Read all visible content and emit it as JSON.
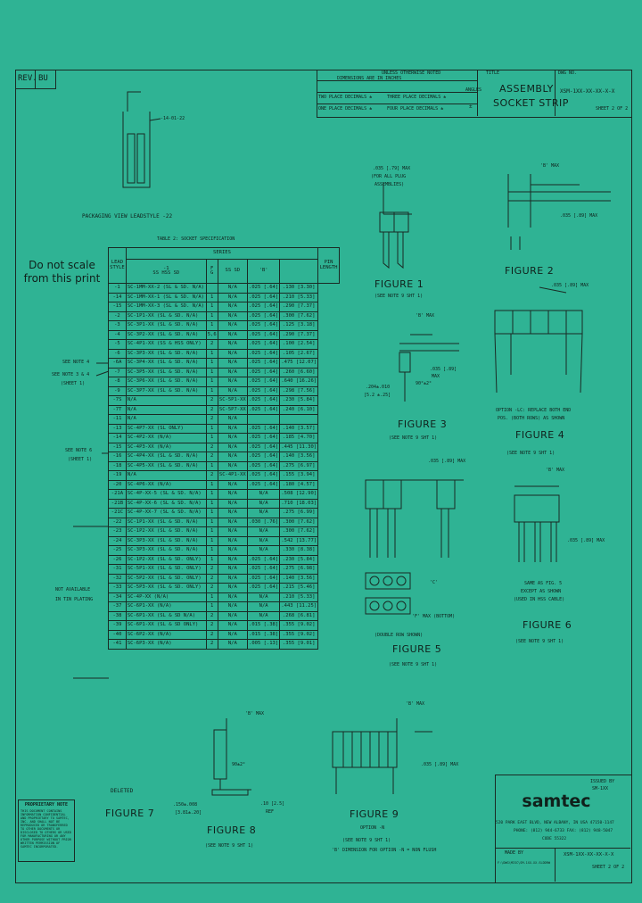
{
  "revision": {
    "rev_label": "REV.",
    "rev_value": "BU"
  },
  "title_block": {
    "tolerance_header": "UNLESS OTHERWISE NOTED",
    "dimensions_line": "DIMENSIONS ARE IN INCHES",
    "two_place": "TWO PLACE DECIMALS ±",
    "three_place": "THREE PLACE DECIMALS ±",
    "angles": "ANGLES",
    "one_place": "ONE PLACE DECIMALS ±",
    "four_place": "FOUR PLACE DECIMALS ±",
    "angle_value": "±",
    "title_label": "TITLE",
    "title_line1": "ASSEMBLY",
    "title_line2": "SOCKET STRIP",
    "dwg_label": "DWG NO.",
    "dwg_value": "XSM-1XX-XX-XX-X-X",
    "sheet": "SHEET 2 OF 2"
  },
  "packaging": {
    "label": "PACKAGING VIEW LEADSTYLE -22",
    "callout": "-14-01-22"
  },
  "table": {
    "title": "TABLE 2: SOCKET SPECIFICATION",
    "series_header": "SERIES",
    "col_lead": "LEAD STYLE",
    "col_1": "-1",
    "col_1_sub": "SS HSS SD",
    "col_f": "F",
    "col_g": "G",
    "col_sd": "SS SD",
    "col_b": "'B'",
    "col_pin": "PIN LENGTH",
    "rows": [
      [
        "-1",
        "SC-1MM-XX-2 (SL & SD. N/A)",
        "",
        "N/A",
        ".025 [.64]",
        ".130",
        "[3.30]"
      ],
      [
        "-14",
        "SC-1MM-XX-1 (SL & SD. N/A)",
        "1",
        "N/A",
        ".025 [.64]",
        ".210",
        "[5.33]"
      ],
      [
        "-15",
        "SC-1MM-XX-3 (SL & SD. N/A)",
        "1",
        "N/A",
        ".025 [.64]",
        ".290",
        "[7.37]"
      ],
      [
        "-2",
        "SC-1P1-XX (SL & SD. N/A)",
        "1",
        "N/A",
        ".025 [.64]",
        ".300",
        "[7.62]"
      ],
      [
        "-3",
        "SC-3P1-XX (SL & SD. N/A)",
        "1",
        "N/A",
        ".025 [.64]",
        ".125",
        "[3.18]"
      ],
      [
        "-4",
        "SC-3P2-XX (SL & SD. N/A)",
        "5,6",
        "N/A",
        ".025 [.64]",
        ".290",
        "[7.37]"
      ],
      [
        "-5",
        "SC-4P1-XX (SS & HSS ONLY)",
        "2",
        "N/A",
        ".025 [.64]",
        ".100",
        "[2.54]"
      ],
      [
        "-6",
        "SC-3P3-XX (SL & SD. N/A)",
        "1",
        "N/A",
        ".025 [.64]",
        ".105",
        "[2.67]"
      ],
      [
        "-6A",
        "SC-3P4-XX (SL & SD. N/A)",
        "1",
        "N/A",
        ".025 [.64]",
        ".475",
        "[12.07]"
      ],
      [
        "-7",
        "SC-3P5-XX (SL & SD. N/A)",
        "1",
        "N/A",
        ".025 [.64]",
        ".260",
        "[6.60]"
      ],
      [
        "-8",
        "SC-3P6-XX (SL & SD. N/A)",
        "1",
        "N/A",
        ".025 [.64]",
        ".640",
        "[16.26]"
      ],
      [
        "-9",
        "SC-3P7-XX (SL & SD. N/A)",
        "1",
        "N/A",
        ".025 [.64]",
        ".298",
        "[7.56]"
      ],
      [
        "-7S",
        "N/A",
        "2",
        "SC-5P1-XX",
        ".025 [.64]",
        ".230",
        "[5.84]"
      ],
      [
        "-7T",
        "N/A",
        "2",
        "SC-5P7-XX",
        ".025 [.64]",
        ".240",
        "[6.10]"
      ],
      [
        "-11",
        "N/A",
        "2",
        "N/A",
        "",
        "",
        ""
      ],
      [
        "-13",
        "SC-4P7-XX (SL ONLY)",
        "1",
        "N/A",
        ".025 [.64]",
        ".140",
        "[3.57]"
      ],
      [
        "-14",
        "SC-4P2-XX (N/A)",
        "1",
        "N/A",
        ".025 [.64]",
        ".185",
        "[4.70]"
      ],
      [
        "-15",
        "SC-4P3-XX (N/A)",
        "2",
        "N/A",
        ".025 [.64]",
        ".445",
        "[11.30]"
      ],
      [
        "-16",
        "SC-4P4-XX (SL & SD. N/A)",
        "2",
        "N/A",
        ".025 [.64]",
        ".140",
        "[3.56]"
      ],
      [
        "-18",
        "SC-4P5-XX (SL & SD. N/A)",
        "1",
        "N/A",
        ".025 [.64]",
        ".275",
        "[6.97]"
      ],
      [
        "-19",
        "N/A",
        "2",
        "SC-4P1-XX",
        ".025 [.64]",
        ".155",
        "[3.94]"
      ],
      [
        "-20",
        "SC-4P6-XX (N/A)",
        "1",
        "N/A",
        ".025 [.64]",
        ".180",
        "[4.57]"
      ],
      [
        "-21A",
        "SC-4P-XX-5 (SL & SD. N/A)",
        "1",
        "N/A",
        "N/A",
        ".508",
        "[12.90]"
      ],
      [
        "-21B",
        "SC-4P-XX-6 (SL & SD. N/A)",
        "1",
        "N/A",
        "N/A",
        ".710",
        "[18.03]"
      ],
      [
        "-21C",
        "SC-4P-XX-7 (SL & SD. N/A)",
        "1",
        "N/A",
        "N/A",
        ".275",
        "[6.99]"
      ],
      [
        "-22",
        "SC-1P1-XX (SL & SD. N/A)",
        "1",
        "N/A",
        ".030 [.76]",
        ".300",
        "[7.62]"
      ],
      [
        "-23",
        "SC-1P2-XX (SL & SD. N/A)",
        "1",
        "N/A",
        "N/A",
        ".300",
        "[7.62]"
      ],
      [
        "-24",
        "SC-3P3-XX (SL & SD. N/A)",
        "1",
        "N/A",
        "N/A",
        ".542",
        "[13.77]"
      ],
      [
        "-25",
        "SC-3P3-XX (SL & SD. N/A)",
        "1",
        "N/A",
        "N/A",
        ".330",
        "[8.38]"
      ],
      [
        "-26",
        "SC-1P2-XX (SL & SD. ONLY)",
        "1",
        "N/A",
        ".025 [.64]",
        ".230",
        "[5.84]"
      ],
      [
        "-31",
        "SC-5P1-XX (SL & SD. ONLY)",
        "2",
        "N/A",
        ".025 [.64]",
        ".275",
        "[6.98]"
      ],
      [
        "-32",
        "SC-5P2-XX (SL & SD. ONLY)",
        "2",
        "N/A",
        ".025 [.64]",
        ".140",
        "[3.56]"
      ],
      [
        "-33",
        "SC-5P3-XX (SL & SD. ONLY)",
        "2",
        "N/A",
        ".025 [.64]",
        ".215",
        "[5.46]"
      ],
      [
        "-34",
        "SC-4P-XX (N/A)",
        "1",
        "N/A",
        "N/A",
        ".210",
        "[5.33]"
      ],
      [
        "-37",
        "SC-6P1-XX (N/A)",
        "1",
        "N/A",
        "N/A",
        ".443",
        "[11.25]"
      ],
      [
        "-38",
        "SC-6P1-XX (SL & SD N/A)",
        "2",
        "N/A",
        "N/A",
        ".268",
        "[6.81]"
      ],
      [
        "-39",
        "SC-6P1-XX (SL & SD ONLY)",
        "2",
        "N/A",
        ".015 [.38]",
        ".355",
        "[9.02]"
      ],
      [
        "-40",
        "SC-6P2-XX (N/A)",
        "2",
        "N/A",
        ".015 [.38]",
        ".355",
        "[9.02]"
      ],
      [
        "-41",
        "SC-6P3-XX (N/A)",
        "2",
        "N/A",
        ".005 [.13]",
        ".355",
        "[9.01]"
      ]
    ]
  },
  "notes": {
    "do_not_scale": "Do not scale from this print",
    "see_note_4": "SEE NOTE 4",
    "see_note_3_4": "SEE NOTE 3 & 4",
    "sheet1_a": "(SHEET 1)",
    "see_note_6": "SEE NOTE 6",
    "sheet1_b": "(SHEET 1)",
    "not_available": "NOT AVAILABLE",
    "in_tin_plating": "IN TIN PLATING"
  },
  "figures": {
    "fig1_dims": ".035 [.79] MAX",
    "fig1_for": "(FOR ALL PLUG",
    "fig1_asm": "ASSEMBLIES)",
    "fig1": "FIGURE 1",
    "fig1_note": "(SEE NOTE 9 SHT 1)",
    "fig2_b": "'B' MAX",
    "fig2_dim": ".035 [.89] MAX",
    "fig2": "FIGURE 2",
    "fig3_b": "'B' MAX",
    "fig3_dim1": ".035 [.89]",
    "fig3_dim1b": "MAX",
    "fig3_ang": "90°±2°",
    "fig3_pitch": ".204±.010",
    "fig3_pitch2": "[5.2 ±.25]",
    "fig3": "FIGURE 3",
    "fig3_note": "(SEE NOTE 9 SHT 1)",
    "fig4_dim": ".035 [.89] MAX",
    "fig4_opt1": "OPTION -LC: REPLACE BOTH END",
    "fig4_opt2": "POS. (BOTH ROWS) AS SHOWN",
    "fig4": "FIGURE 4",
    "fig4_note": "(SEE NOTE 9 SHT 1)",
    "fig5_dim": ".035 [.89] MAX",
    "fig5_c": "'C'",
    "fig5_max": "'F' MAX (BOTTOM)",
    "fig5_row": "(DOUBLE ROW SHOWN)",
    "fig5": "FIGURE 5",
    "fig5_note": "(SEE NOTE 9 SHT 1)",
    "fig6_b": "'B' MAX",
    "fig6_dim": ".035 [.89] MAX",
    "fig6_same1": "SAME AS FIG. 5",
    "fig6_same2": "EXCEPT AS SHOWN",
    "fig6_same3": "(USED IN HSS CABLE)",
    "fig6": "FIGURE 6",
    "fig6_note": "(SEE NOTE 9 SHT 1)",
    "fig7_deleted": "DELETED",
    "fig7": "FIGURE 7",
    "fig8_b": "'B' MAX",
    "fig8_ang": "90±2°",
    "fig8_d1": ".150±.008",
    "fig8_d2": "[3.81±.20]",
    "fig8_ref1": ".10 [2.5]",
    "fig8_ref2": "REF",
    "fig8": "FIGURE 8",
    "fig8_note": "(SEE NOTE 9 SHT 1)",
    "fig9_b": "'B' MAX",
    "fig9_dim": ".035 [.89] MAX",
    "fig9": "FIGURE 9",
    "fig9_opt": "OPTION -N",
    "fig9_note": "(SEE NOTE 9 SHT 1)",
    "fig9_foot": "'B' DIMENSION FOR OPTION -N = NON FLUSH"
  },
  "proprietary": {
    "heading": "PROPRIETARY NOTE",
    "body": "THIS DOCUMENT CONTAINS INFORMATION CONFIDENTIAL AND PROPRIETARY TO SAMTEC, INC. AND SHALL NOT BE REPRODUCED OR TRANSFERRED TO OTHER DOCUMENTS OR DISCLOSED TO OTHERS OR USED FOR MANUFACTURING OR ANY OTHER PURPOSE WITHOUT PRIOR WRITTEN PERMISSION OF SAMTEC INCORPORATED."
  },
  "company": {
    "logo": "samtec",
    "address": "520 PARK EAST BLVD, NEW ALBANY, IN USA 47150-1147",
    "phone": "PHONE: (812) 944-6733  FAX: (812) 948-5047",
    "code": "CODE 55322",
    "made_by": "MADE BY",
    "file": "F:\\DWG\\MISC\\SM-1XX-XX.SLDDRW",
    "dwg_no": "XSM-1XX-XX-XX-X-X",
    "sheet": "SHEET 2 OF 2",
    "rev_small": "ISSUED BY",
    "rev_code": "SM-1XX"
  },
  "colors": {
    "background": "#2fb394",
    "ink": "#10201b"
  }
}
